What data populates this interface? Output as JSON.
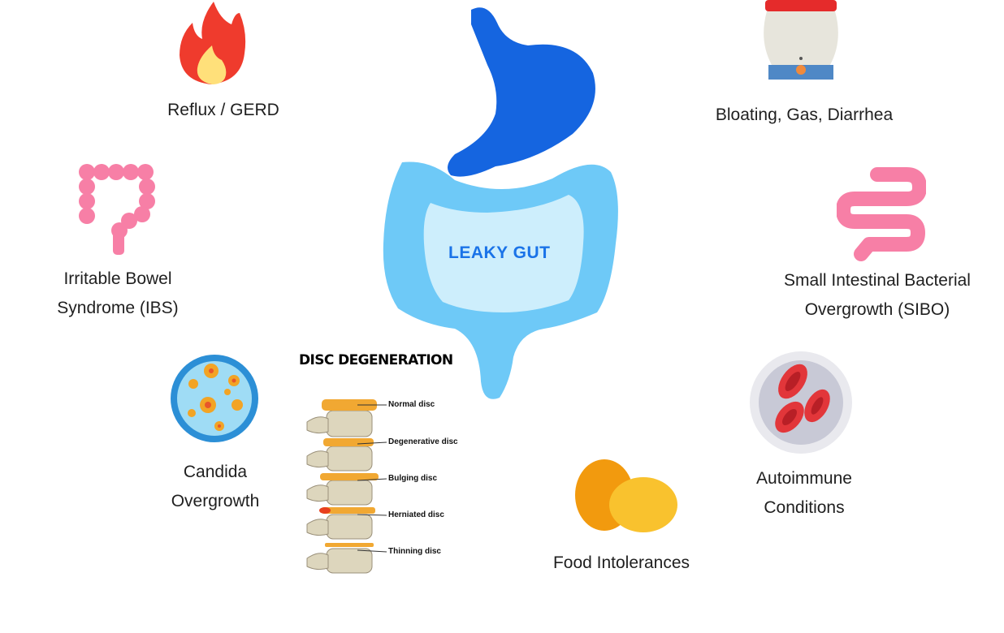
{
  "center": {
    "label": "LEAKY GUT"
  },
  "conditions": {
    "reflux": {
      "lines": [
        "Reflux / GERD"
      ],
      "icon": "fire-icon"
    },
    "ibs": {
      "lines": [
        "Irritable Bowel",
        "Syndrome (IBS)"
      ],
      "icon": "colon-icon"
    },
    "candida": {
      "lines": [
        "Candida",
        "Overgrowth"
      ],
      "icon": "petri-dish-icon"
    },
    "bloating": {
      "lines": [
        "Bloating, Gas, Diarrhea"
      ],
      "icon": "bloated-belly-icon"
    },
    "sibo": {
      "lines": [
        "Small Intestinal Bacterial",
        "Overgrowth (SIBO)"
      ],
      "icon": "small-intestine-icon"
    },
    "autoimmune": {
      "lines": [
        "Autoimmune",
        "Conditions"
      ],
      "icon": "blood-cells-icon"
    },
    "food": {
      "lines": [
        "Food Intolerances"
      ],
      "icon": "eggs-icon"
    }
  },
  "disc": {
    "title": "DISC DEGENERATION",
    "labels": [
      "Normal disc",
      "Degenerative disc",
      "Bulging disc",
      "Herniated disc",
      "Thinning disc"
    ]
  },
  "colors": {
    "stomach": "#1565e0",
    "intestine_outer": "#6ec9f7",
    "intestine_inner": "#cdeefc",
    "center_text": "#1a73e8",
    "fire_red": "#ef3b2d",
    "fire_yellow": "#ffe07a",
    "pink": "#f77fa6",
    "egg_orange": "#f29a0e",
    "egg_yellow": "#f9c22e"
  }
}
